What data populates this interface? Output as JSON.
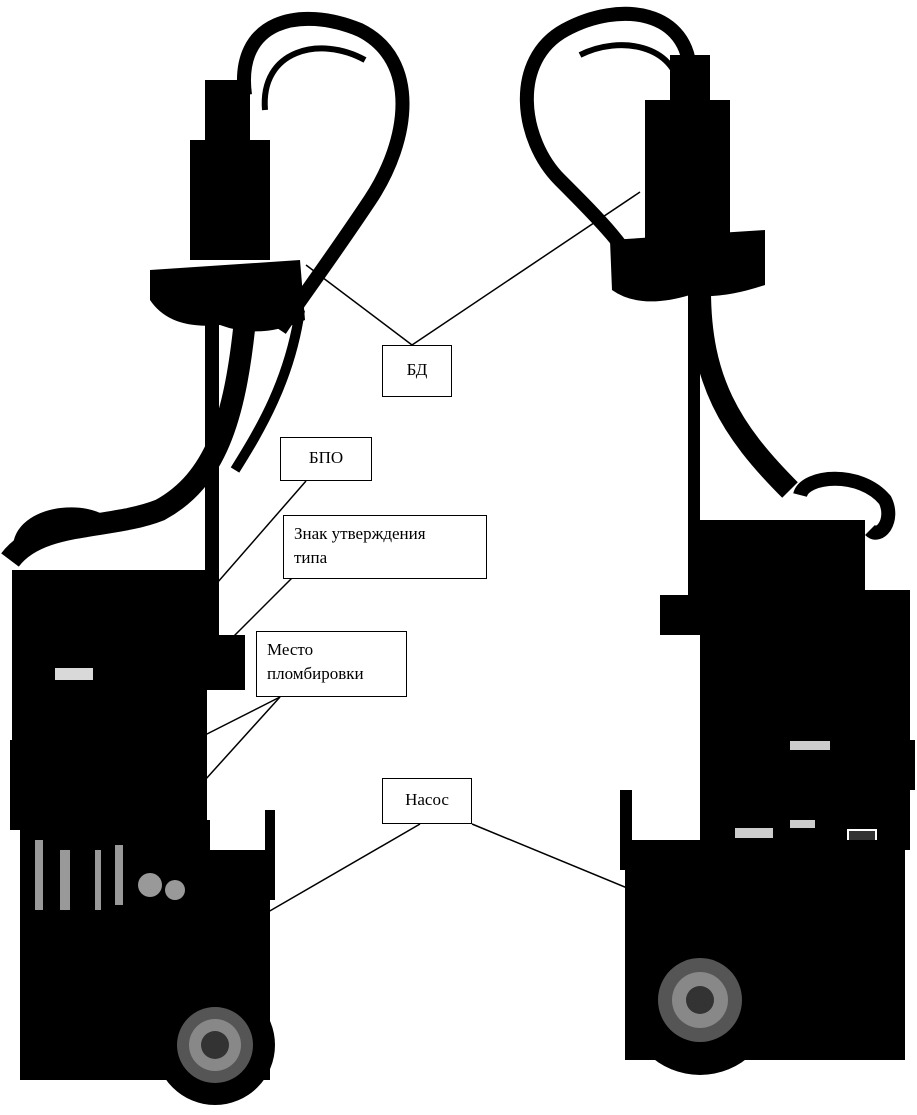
{
  "labels": {
    "bd": "БД",
    "bpo": "БПО",
    "znak": "Знак утверждения\nтипа",
    "mesto": "Место\nпломбировки",
    "nasos": "Насос"
  },
  "colors": {
    "device": "#000000",
    "background": "#ffffff",
    "line": "#000000"
  }
}
